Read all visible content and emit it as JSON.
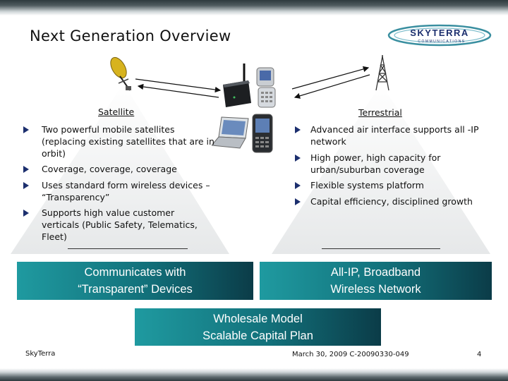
{
  "title": "Next Generation Overview",
  "logo": {
    "name": "SKYTERRA",
    "subtitle": "COMMUNICATIONS"
  },
  "satellite": {
    "heading": "Satellite",
    "bullets": [
      "Two powerful mobile satellites (replacing existing satellites that are in orbit)",
      "Coverage, coverage, coverage",
      "Uses standard form wireless devices – “Transparency”",
      "Supports high value customer verticals (Public Safety, Telematics, Fleet)"
    ],
    "banner_line1": "Communicates with",
    "banner_line2": "“Transparent” Devices"
  },
  "terrestrial": {
    "heading": "Terrestrial",
    "bullets": [
      "Advanced air interface supports all -IP network",
      "High power, high capacity for urban/suburban coverage",
      "Flexible systems platform",
      "Capital efficiency, disciplined growth"
    ],
    "banner_line1": "All-IP, Broadband",
    "banner_line2": "Wireless Network"
  },
  "wholesale": {
    "line1": "Wholesale Model",
    "line2": "Scalable Capital  Plan"
  },
  "footer": {
    "company": "SkyTerra",
    "date_code": "March 30, 2009  C-20090330-049",
    "page": "4"
  },
  "colors": {
    "banner_start": "#1f9aa0",
    "banner_end": "#0b3c48",
    "bullet": "#1c2f6e",
    "top_bar": "#2e3a3e"
  },
  "icons": [
    "satellite-icon",
    "cell-tower-icon",
    "wireless-router-icon",
    "flip-phone-icon",
    "laptop-icon",
    "pda-icon"
  ]
}
